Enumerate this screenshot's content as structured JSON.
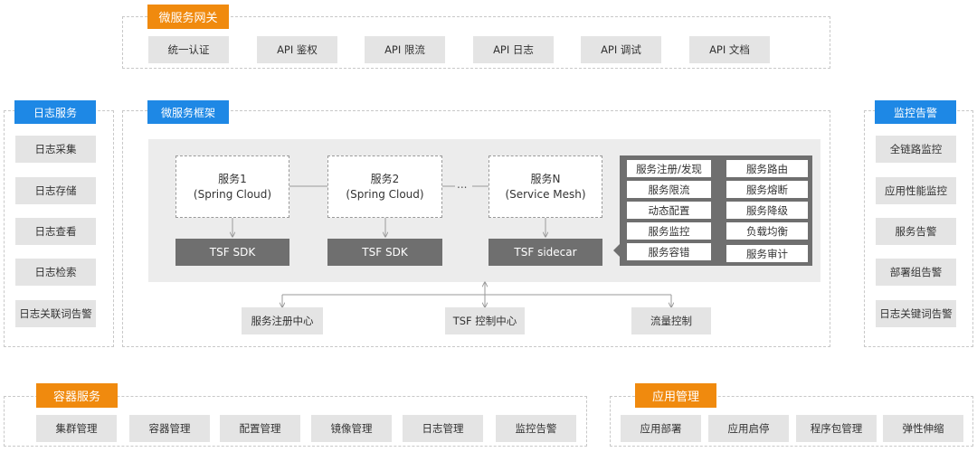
{
  "gateway": {
    "title": "微服务网关",
    "items": [
      "统一认证",
      "API 鉴权",
      "API 限流",
      "API 日志",
      "API 调试",
      "API 文档"
    ]
  },
  "log_service": {
    "title": "日志服务",
    "items": [
      "日志采集",
      "日志存储",
      "日志查看",
      "日志检索",
      "日志关联词告警"
    ]
  },
  "monitor": {
    "title": "监控告警",
    "items": [
      "全链路监控",
      "应用性能监控",
      "服务告警",
      "部署组告警",
      "日志关键词告警"
    ]
  },
  "framework": {
    "title": "微服务框架",
    "services": [
      {
        "name": "服务1",
        "sub": "(Spring Cloud)",
        "sdk": "TSF SDK"
      },
      {
        "name": "服务2",
        "sub": "(Spring Cloud)",
        "sdk": "TSF SDK"
      },
      {
        "name": "服务N",
        "sub": "(Service Mesh)",
        "sdk": "TSF sidecar"
      }
    ],
    "ellipsis": "...",
    "capabilities_left": [
      "服务注册/发现",
      "服务限流",
      "动态配置",
      "服务监控",
      "服务容错"
    ],
    "capabilities_right": [
      "服务路由",
      "服务熔断",
      "服务降级",
      "负载均衡",
      "服务审计"
    ],
    "bottom": [
      "服务注册中心",
      "TSF 控制中心",
      "流量控制"
    ]
  },
  "container": {
    "title": "容器服务",
    "items": [
      "集群管理",
      "容器管理",
      "配置管理",
      "镜像管理",
      "日志管理",
      "监控告警"
    ]
  },
  "app_mgmt": {
    "title": "应用管理",
    "items": [
      "应用部署",
      "应用启停",
      "程序包管理",
      "弹性伸缩"
    ]
  },
  "colors": {
    "orange": "#f08a0e",
    "blue": "#1e88e5",
    "dark_gray": "#6f6f6f",
    "light_gray": "#e4e4e4"
  }
}
